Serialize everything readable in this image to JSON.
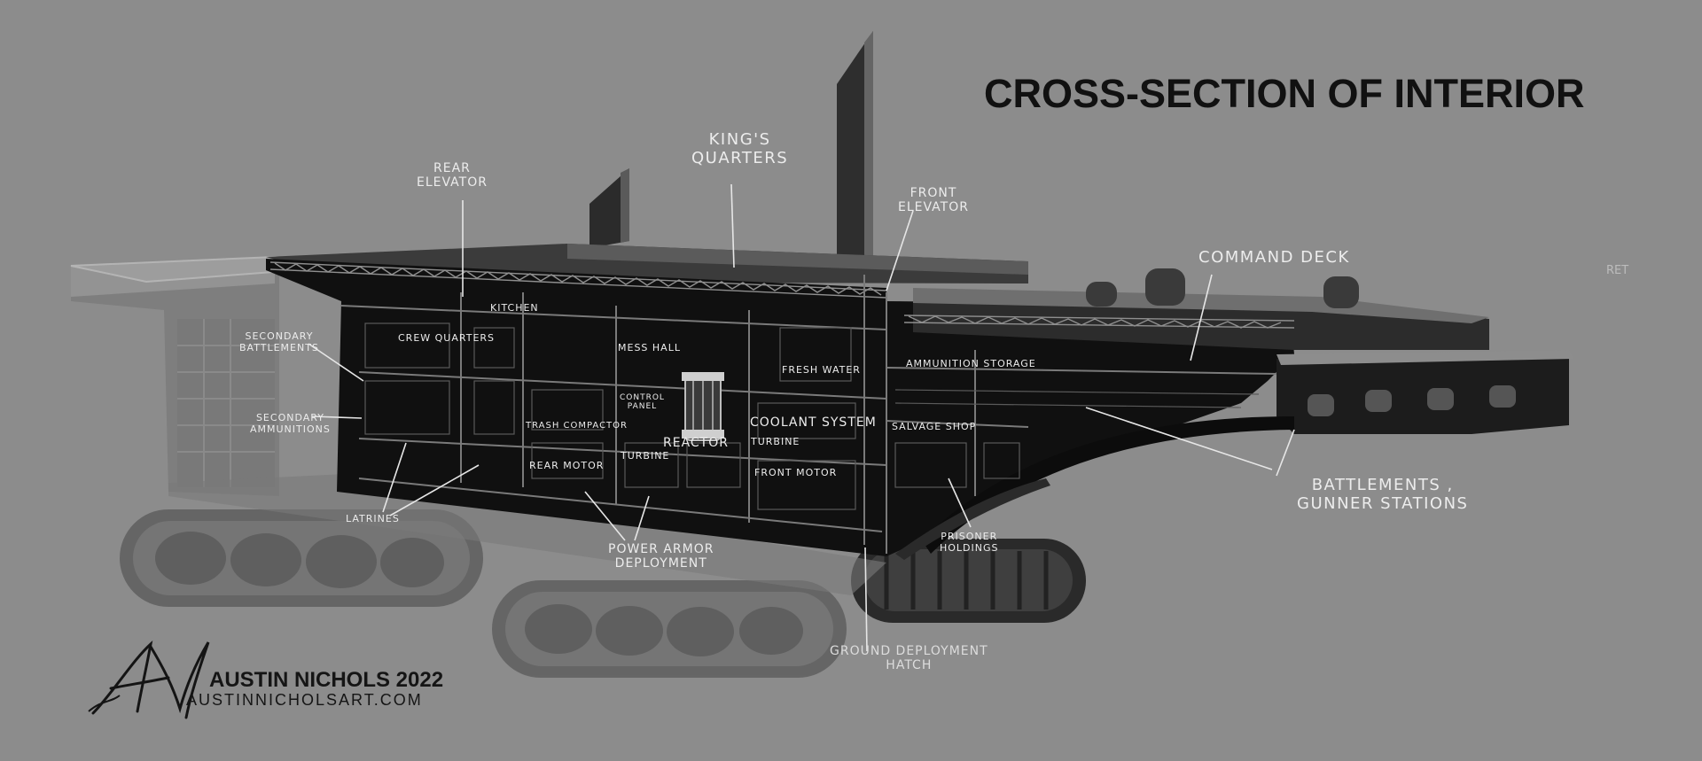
{
  "title": "CROSS-SECTION OF INTERIOR",
  "labels": {
    "rear_elevator": [
      "REAR",
      "ELEVATOR"
    ],
    "kings_quarters": [
      "KING'S",
      "QUARTERS"
    ],
    "front_elevator": [
      "FRONT",
      "ELEVATOR"
    ],
    "command_deck": "COMMAND DECK",
    "secondary_battlements": [
      "SECONDARY",
      "BATTLEMENTS"
    ],
    "secondary_ammunitions": [
      "SECONDARY",
      "AMMUNITIONS"
    ],
    "kitchen": "KITCHEN",
    "crew_quarters": "CREW QUARTERS",
    "mess_hall": "MESS HALL",
    "fresh_water": "FRESH WATER",
    "ammunition_storage": "AMMUNITION STORAGE",
    "control_panel": [
      "CONTROL",
      "PANEL"
    ],
    "trash_compactor": "TRASH COMPACTOR",
    "coolant_system": "COOLANT SYSTEM",
    "salvage_shop": "SALVAGE SHOP",
    "reactor": "REACTOR",
    "turbine_left": "TURBINE",
    "turbine_right": "TURBINE",
    "rear_motor": "REAR MOTOR",
    "front_motor": "FRONT MOTOR",
    "latrines": "LATRINES",
    "power_armor_deployment": [
      "POWER ARMOR",
      "DEPLOYMENT"
    ],
    "prisoner_holdings": [
      "PRISONER",
      "HOLDINGS"
    ],
    "battlements_gunner": [
      "BATTLEMENTS ,",
      "GUNNER STATIONS"
    ],
    "ground_deployment_hatch": [
      "GROUND DEPLOYMENT",
      "HATCH"
    ],
    "corner_fragment": "RET"
  },
  "credit": {
    "name": "AUSTIN NICHOLS 2022",
    "site": "AUSTINNICHOLSART.COM"
  },
  "colors": {
    "background": "#8c8c8c",
    "title": "#111111",
    "label": "#ececec",
    "hull": "#111111",
    "ghost": "#6e6e6e"
  }
}
